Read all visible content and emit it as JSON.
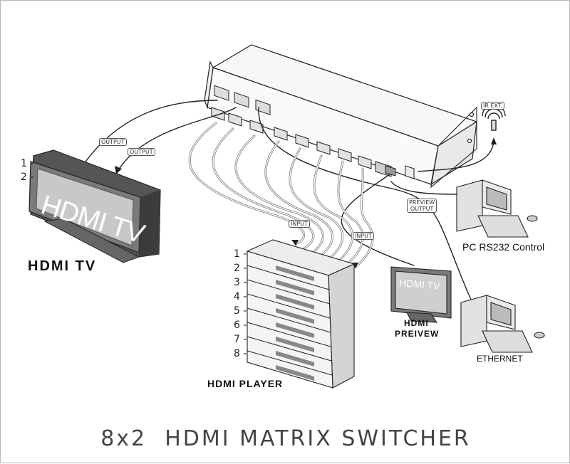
{
  "title": "8x2  HDMI MATRIX SWITCHER",
  "tv": {
    "screen_text": "HDMI TV",
    "caption": "HDMI TV",
    "inputs": [
      "1 -",
      "2 -"
    ]
  },
  "player": {
    "caption": "HDMI PLAYER",
    "numbers": [
      "1 -",
      "2 -",
      "3 -",
      "4 -",
      "5 -",
      "6 -",
      "7 -",
      "8 -"
    ]
  },
  "preview": {
    "screen_text": "HDMI TV",
    "caption_line1": "HDMI",
    "caption_line2": "PREIVEW"
  },
  "pc_rs232": {
    "caption": "PC RS232 Control"
  },
  "pc_ethernet": {
    "caption": "ETHERNET"
  },
  "tags": {
    "output_1": "OUTPUT",
    "output_2": "OUTPUT",
    "input_1": "INPUT",
    "input_2": "INPUT",
    "preview_output": [
      "PREVIEW",
      "OUTPUT"
    ],
    "ir_ext": "IR EXT."
  },
  "colors": {
    "line": "#222222",
    "cable_gray": "#8a8a8a",
    "panel": "#f4f4f4"
  }
}
